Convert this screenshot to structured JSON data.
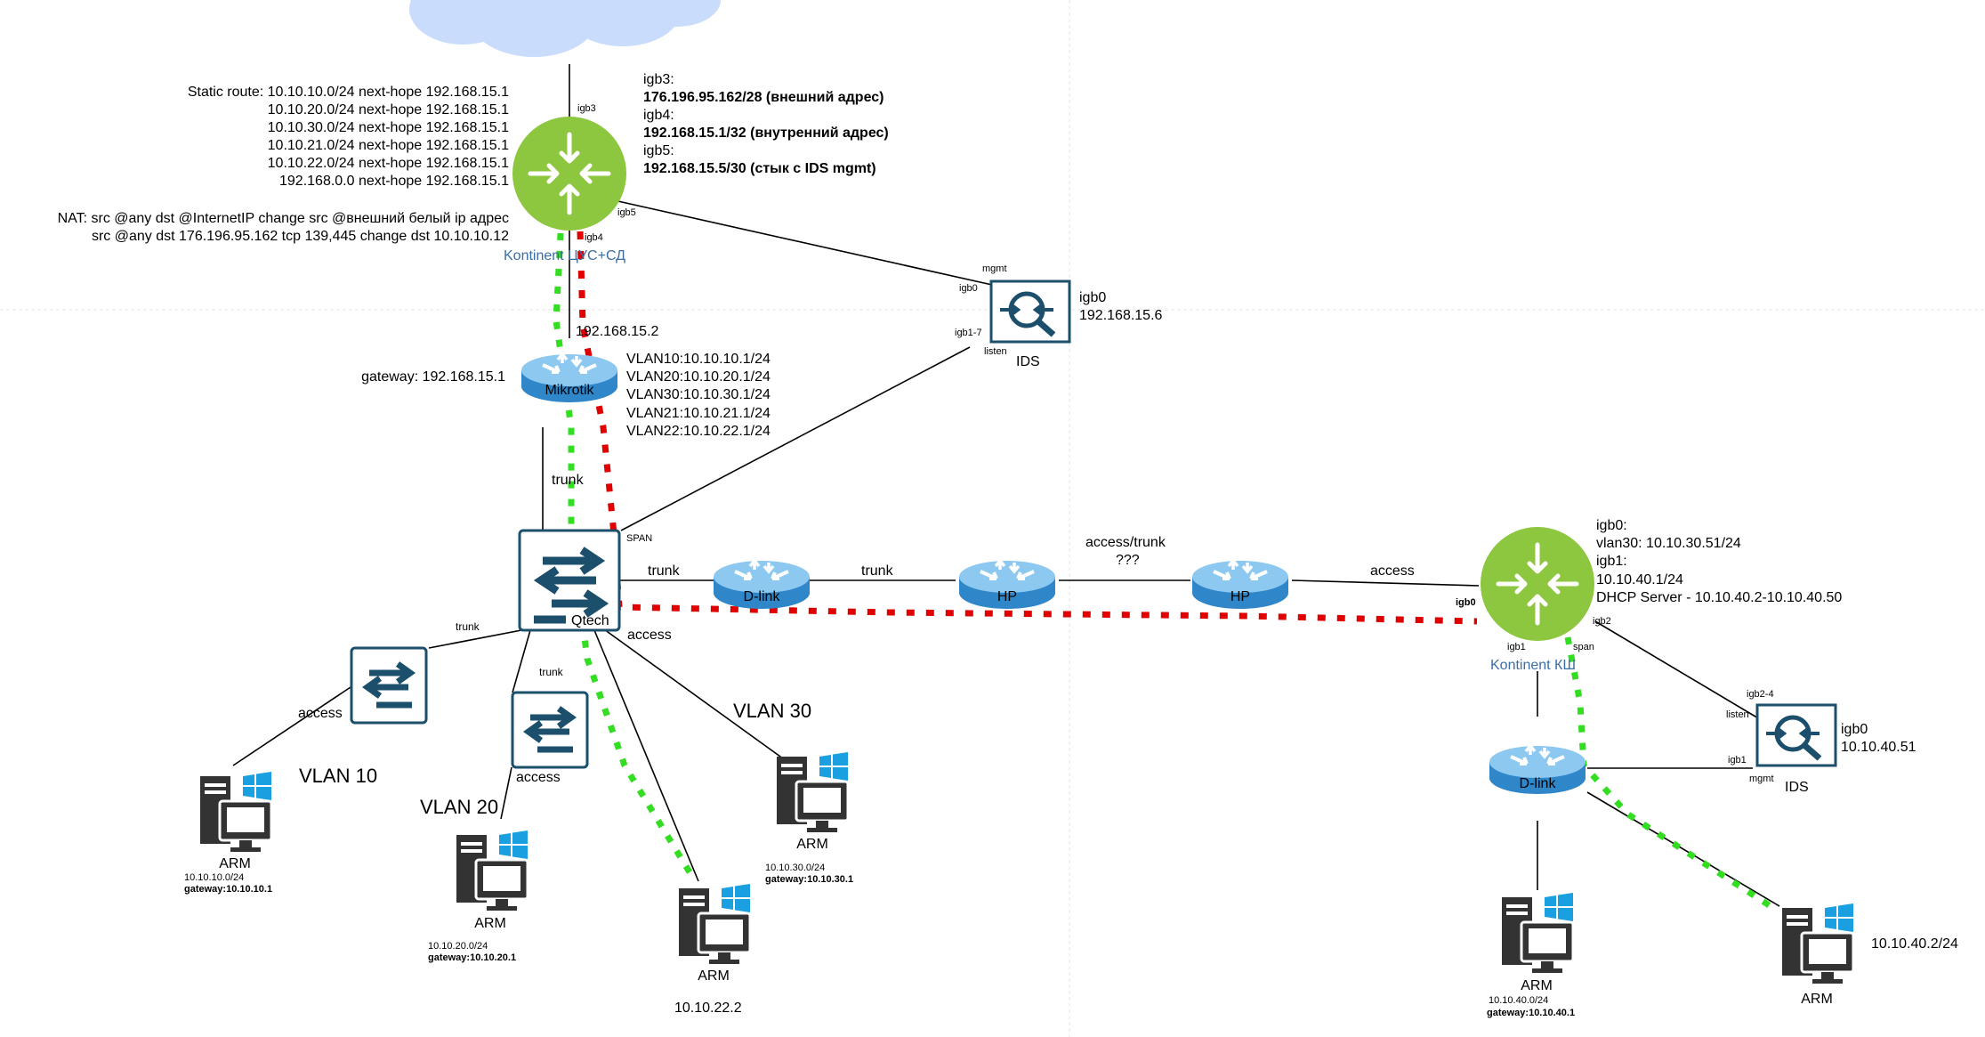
{
  "colors": {
    "kontinent_green": "#8dc63f",
    "router_blue": "#4aa3df",
    "switch_dark": "#1c4f6b",
    "cloud": "#c9dcfb",
    "red_path": "#e00000",
    "green_path": "#33dd22",
    "kontinent_label": "#3a6ea5"
  },
  "icons": [
    "cloud-icon",
    "kontinent-router-icon",
    "mikrotik-router-icon",
    "qtech-switch-icon",
    "dlink-router-icon",
    "hp-router-icon",
    "switch-icon",
    "ids-icon",
    "workstation-icon",
    "windows-logo-icon"
  ],
  "kontinent_csd": {
    "name": "Kontinent ЦУС+СД",
    "port_igb3": "igb3",
    "port_igb4": "igb4",
    "port_igb5": "igb5",
    "info": [
      {
        "text": "igb3:",
        "bold": false
      },
      {
        "text": "176.196.95.162/28 (внешний адрес)",
        "bold": true
      },
      {
        "text": "igb4:",
        "bold": false
      },
      {
        "text": "192.168.15.1/32 (внутренний адрес)",
        "bold": true
      },
      {
        "text": "igb5:",
        "bold": false
      },
      {
        "text": "192.168.15.5/30 (стык с IDS mgmt)",
        "bold": true
      }
    ]
  },
  "static_routes": [
    "Static route: 10.10.10.0/24 next-hope 192.168.15.1",
    "10.10.20.0/24 next-hope 192.168.15.1",
    "10.10.30.0/24 next-hope 192.168.15.1",
    "10.10.21.0/24 next-hope 192.168.15.1",
    "10.10.22.0/24 next-hope 192.168.15.1",
    "192.168.0.0 next-hope 192.168.15.1"
  ],
  "nat": [
    "NAT: src @any dst @InternetIP change src @внешний белый ip адрес",
    "src @any dst 176.196.95.162 tcp 139,445 change dst 10.10.10.12"
  ],
  "ids_top": {
    "name": "IDS",
    "port_mgmt": "mgmt",
    "port_igb0": "igb0",
    "port_igb17": "igb1-7",
    "port_listen": "listen",
    "info": [
      "igb0",
      "192.168.15.6"
    ]
  },
  "mikrotik": {
    "name": "Mikrotik",
    "ip": "192.168.15.2",
    "gateway": "gateway: 192.168.15.1",
    "vlans": [
      "VLAN10:10.10.10.1/24",
      "VLAN20:10.10.20.1/24",
      "VLAN30:10.10.30.1/24",
      "VLAN21:10.10.21.1/24",
      "VLAN22:10.10.22.1/24"
    ]
  },
  "qtech": {
    "name": "Qtech",
    "span": "SPAN"
  },
  "links": {
    "trunk": "trunk",
    "access": "access",
    "access_trunk": "access/trunk",
    "qqq": "???"
  },
  "dlink_top": {
    "name": "D-link"
  },
  "hp1": {
    "name": "HP"
  },
  "hp2": {
    "name": "HP"
  },
  "kontinent_ksh": {
    "name": "Kontinent КШ",
    "port_igb0": "igb0",
    "port_igb1": "igb1",
    "port_igb2": "igb2",
    "port_span": "span",
    "info": [
      "igb0:",
      "vlan30: 10.10.30.51/24",
      "igb1:",
      "10.10.40.1/24",
      "DHCP Server - 10.10.40.2-10.10.40.50"
    ]
  },
  "ids_bottom": {
    "name": "IDS",
    "port_igb24": "igb2-4",
    "port_listen": "listen",
    "port_igb1": "igb1",
    "port_mgmt": "mgmt",
    "info": [
      "igb0",
      "10.10.40.51"
    ]
  },
  "dlink_bottom": {
    "name": "D-link"
  },
  "vlans": {
    "v10": "VLAN 10",
    "v20": "VLAN 20",
    "v30": "VLAN 30"
  },
  "arm": {
    "label": "ARM",
    "a10_net": "10.10.10.0/24",
    "a10_gw": "gateway:10.10.10.1",
    "a20_net": "10.10.20.0/24",
    "a20_gw": "gateway:10.10.20.1",
    "a30_net": "10.10.30.0/24",
    "a30_gw": "gateway:10.10.30.1",
    "a22_ip": "10.10.22.2",
    "a40_net": "10.10.40.0/24",
    "a40_gw": "gateway:10.10.40.1",
    "a40_2_ip": "10.10.40.2/24"
  }
}
